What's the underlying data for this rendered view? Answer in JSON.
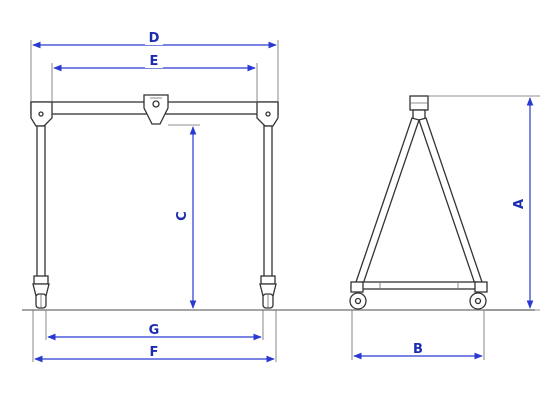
{
  "labels": {
    "A": "A",
    "B": "B",
    "C": "C",
    "D": "D",
    "E": "E",
    "F": "F",
    "G": "G"
  },
  "colors": {
    "dimension": "#2a3ad0",
    "dimension_text": "#1c2bb0",
    "structure": "#333333",
    "ground": "#888888"
  }
}
